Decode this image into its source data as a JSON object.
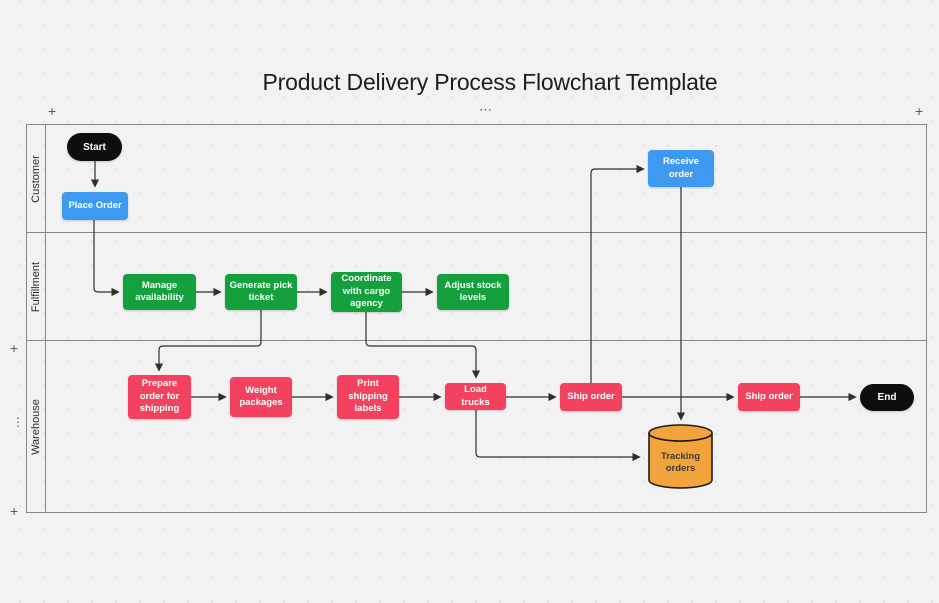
{
  "title": "Product Delivery Process Flowchart Template",
  "icons": {
    "plus": "+",
    "menu_horizontal": "⋯",
    "menu_vertical": "⋮"
  },
  "lanes": [
    {
      "label": "Customer"
    },
    {
      "label": "Fulfillment"
    },
    {
      "label": "Warehouse"
    }
  ],
  "nodes": {
    "start": {
      "label": "Start",
      "type": "terminator"
    },
    "place_order": {
      "label": "Place Order",
      "type": "process"
    },
    "receive_order": {
      "label": "Receive order",
      "type": "process"
    },
    "manage_availability": {
      "label": "Manage availability",
      "type": "process"
    },
    "generate_pick_ticket": {
      "label": "Generate pick ticket",
      "type": "process"
    },
    "coordinate_with_cargo_agency": {
      "label": "Coordinate with cargo agency",
      "type": "process"
    },
    "adjust_stock_levels": {
      "label": "Adjust stock levels",
      "type": "process"
    },
    "prepare_order_for_shipping": {
      "label": "Prepare order for shipping",
      "type": "process"
    },
    "weight_packages": {
      "label": "Weight packages",
      "type": "process"
    },
    "print_shipping_labels": {
      "label": "Print shipping labels",
      "type": "process"
    },
    "load_trucks": {
      "label": "Load trucks",
      "type": "process"
    },
    "ship_order_1": {
      "label": "Ship order",
      "type": "process"
    },
    "ship_order_2": {
      "label": "Ship order",
      "type": "process"
    },
    "tracking_orders": {
      "label": "Tracking orders",
      "type": "database"
    },
    "end": {
      "label": "End",
      "type": "terminator"
    }
  },
  "edges": [
    {
      "from": "start",
      "to": "place_order"
    },
    {
      "from": "place_order",
      "to": "manage_availability"
    },
    {
      "from": "manage_availability",
      "to": "generate_pick_ticket"
    },
    {
      "from": "generate_pick_ticket",
      "to": "coordinate_with_cargo_agency"
    },
    {
      "from": "coordinate_with_cargo_agency",
      "to": "adjust_stock_levels"
    },
    {
      "from": "generate_pick_ticket",
      "to": "prepare_order_for_shipping"
    },
    {
      "from": "coordinate_with_cargo_agency",
      "to": "load_trucks"
    },
    {
      "from": "prepare_order_for_shipping",
      "to": "weight_packages"
    },
    {
      "from": "weight_packages",
      "to": "print_shipping_labels"
    },
    {
      "from": "print_shipping_labels",
      "to": "load_trucks"
    },
    {
      "from": "load_trucks",
      "to": "ship_order_1"
    },
    {
      "from": "ship_order_1",
      "to": "ship_order_2"
    },
    {
      "from": "ship_order_2",
      "to": "end"
    },
    {
      "from": "ship_order_1",
      "to": "receive_order"
    },
    {
      "from": "receive_order",
      "to": "tracking_orders"
    },
    {
      "from": "load_trucks",
      "to": "tracking_orders"
    }
  ],
  "colors": {
    "customer_blue": "#3E9AF0",
    "fulfillment_green": "#14A03C",
    "warehouse_pink": "#F2425F",
    "database_orange": "#F2A43C",
    "terminator_black": "#0E0E0E",
    "connector": "#2F2F2F",
    "frame_border": "#86868B",
    "background": "#F2F2F3"
  }
}
